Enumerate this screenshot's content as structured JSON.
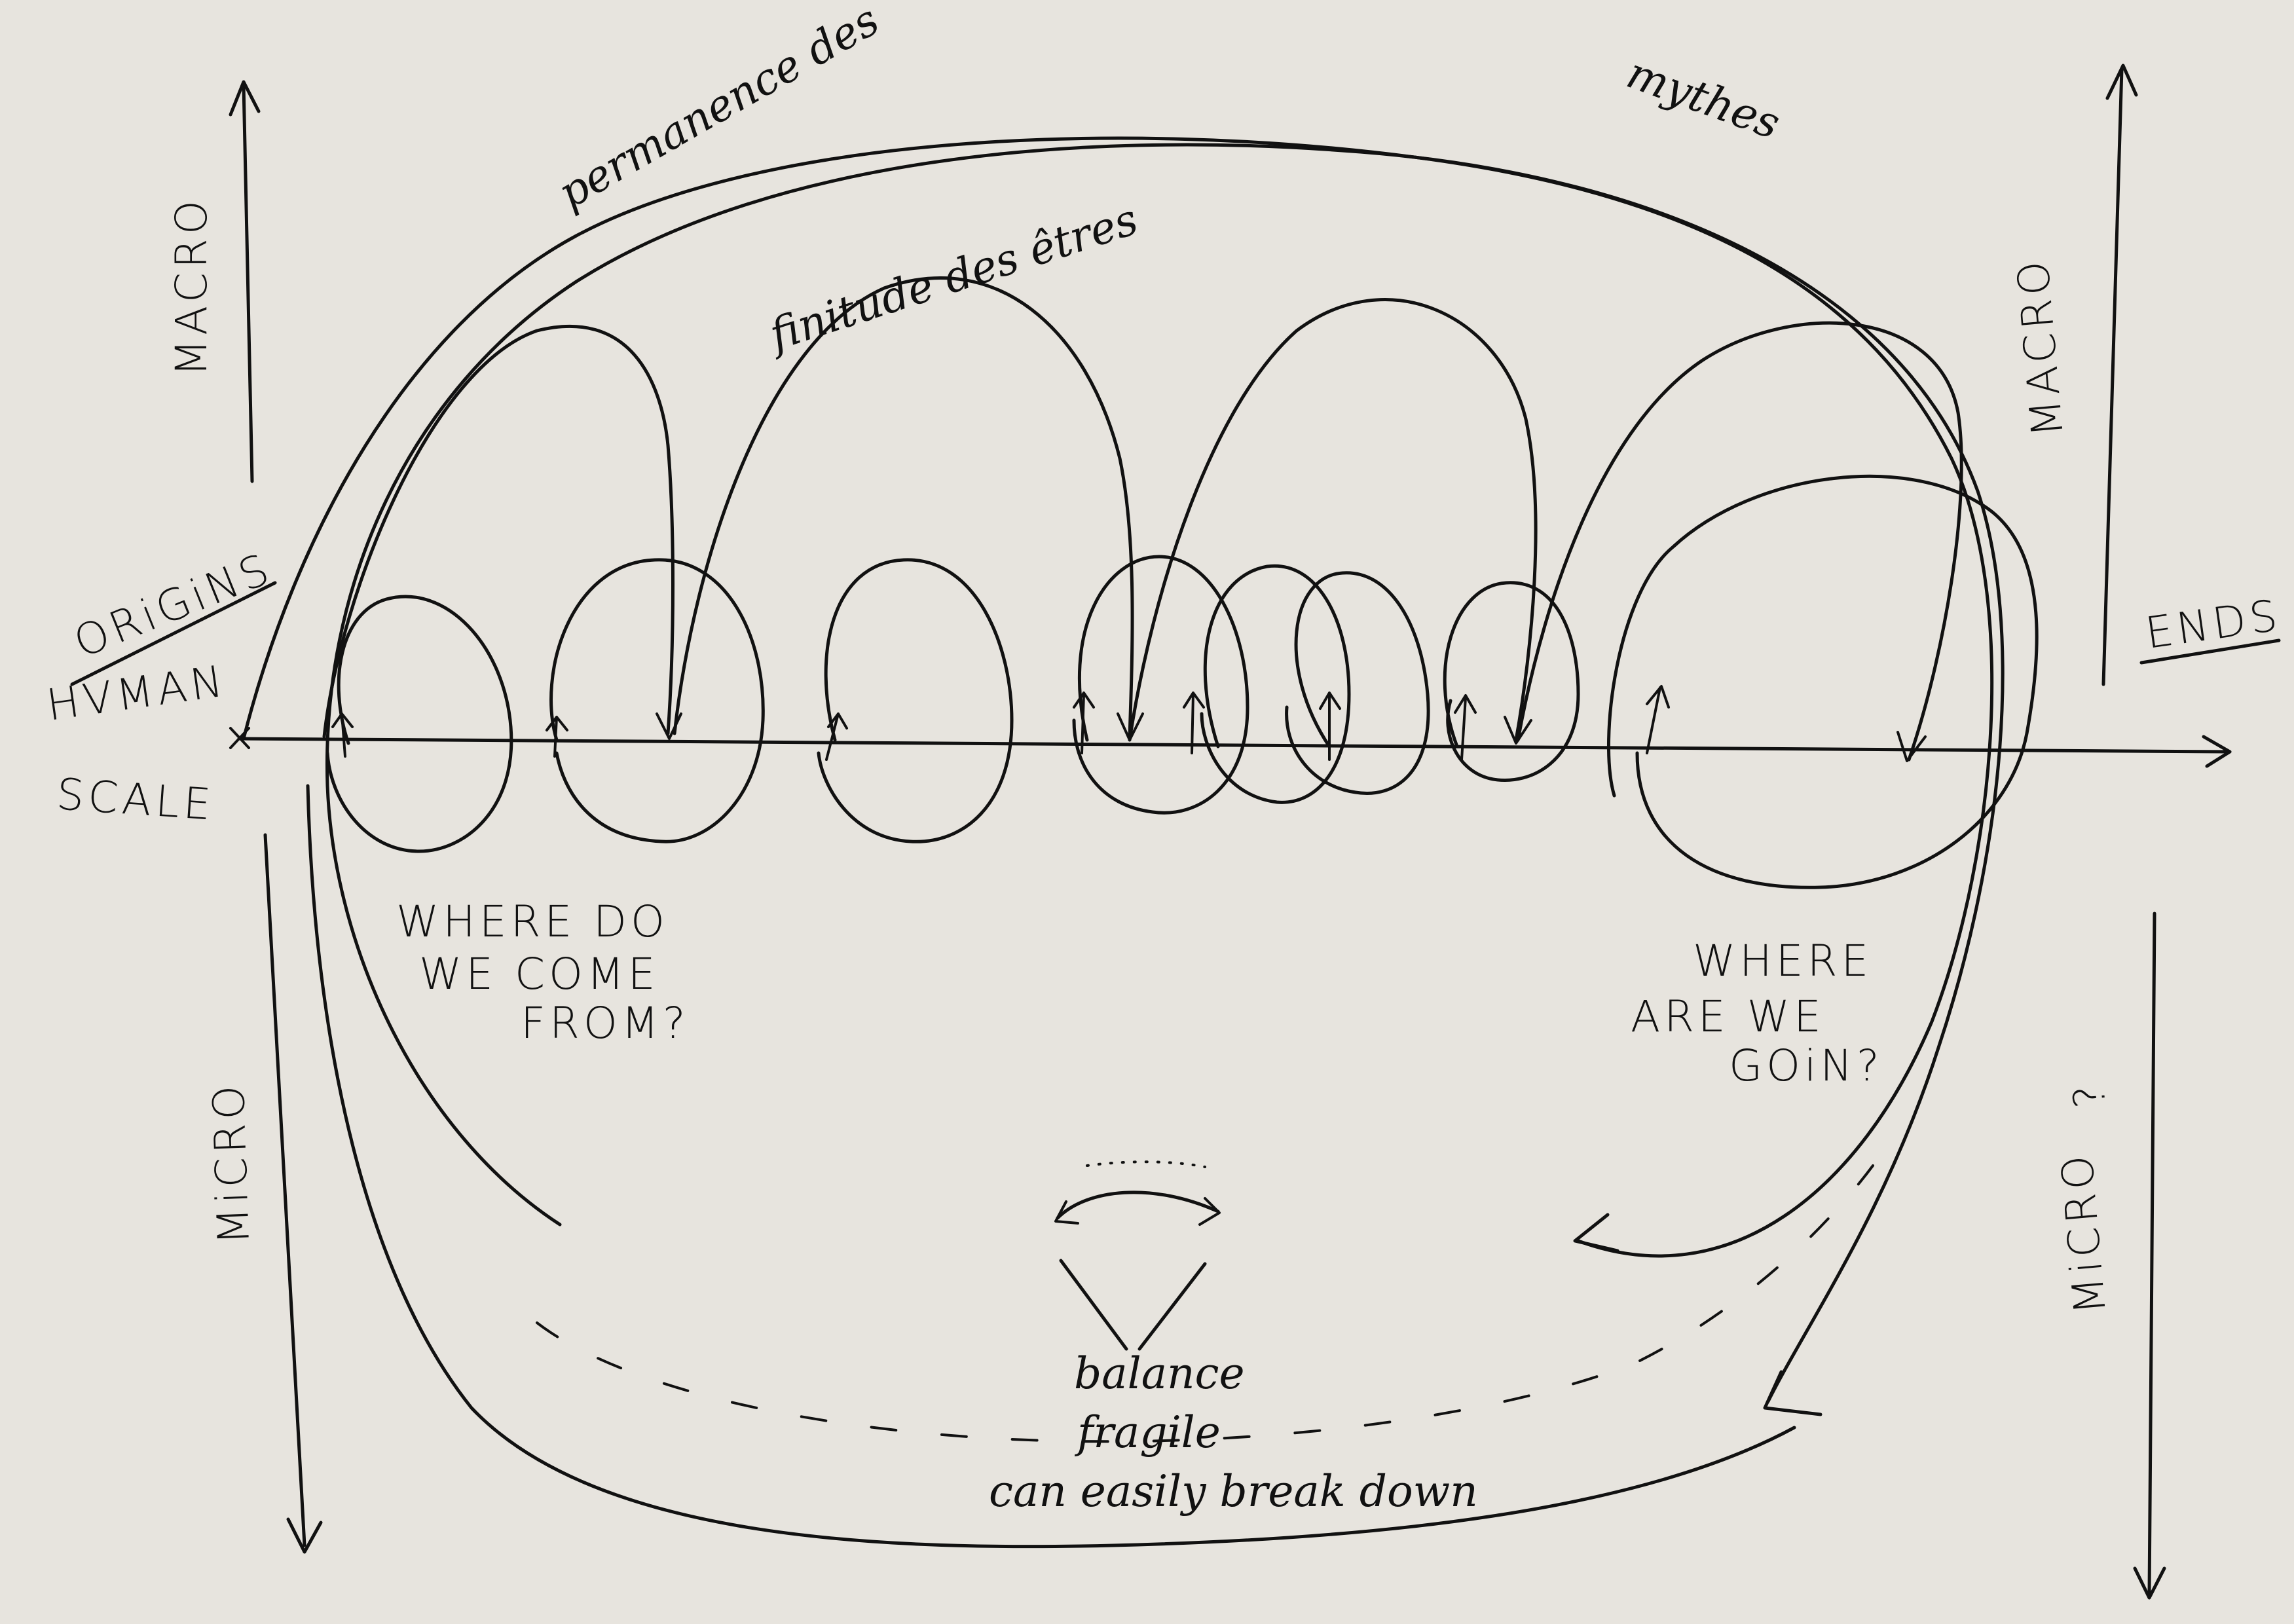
{
  "axes": {
    "macro_left": "MACRO",
    "macro_right": "MACRO",
    "micro_left": "MiCRO",
    "micro_right": "MiCRO",
    "micro_right_mark": "?"
  },
  "horizontal_axis": {
    "origins": "ORiGiNS",
    "human": "HVMAN",
    "scale": "SCALE",
    "ends": "ENDS"
  },
  "questions": {
    "where_from_line1": "WHERE DO",
    "where_from_line2": "WE COME",
    "where_from_line3": "FROM?",
    "where_going_line1": "WHERE",
    "where_going_line2": "ARE WE",
    "where_going_line3": "GOiN?"
  },
  "arc_labels": {
    "permanence": "permanence des",
    "mythes": "mythes",
    "finitude": "finitude des êtres"
  },
  "balance": {
    "line1": "balance",
    "line2": "fragile",
    "line3": "can easily break down"
  }
}
